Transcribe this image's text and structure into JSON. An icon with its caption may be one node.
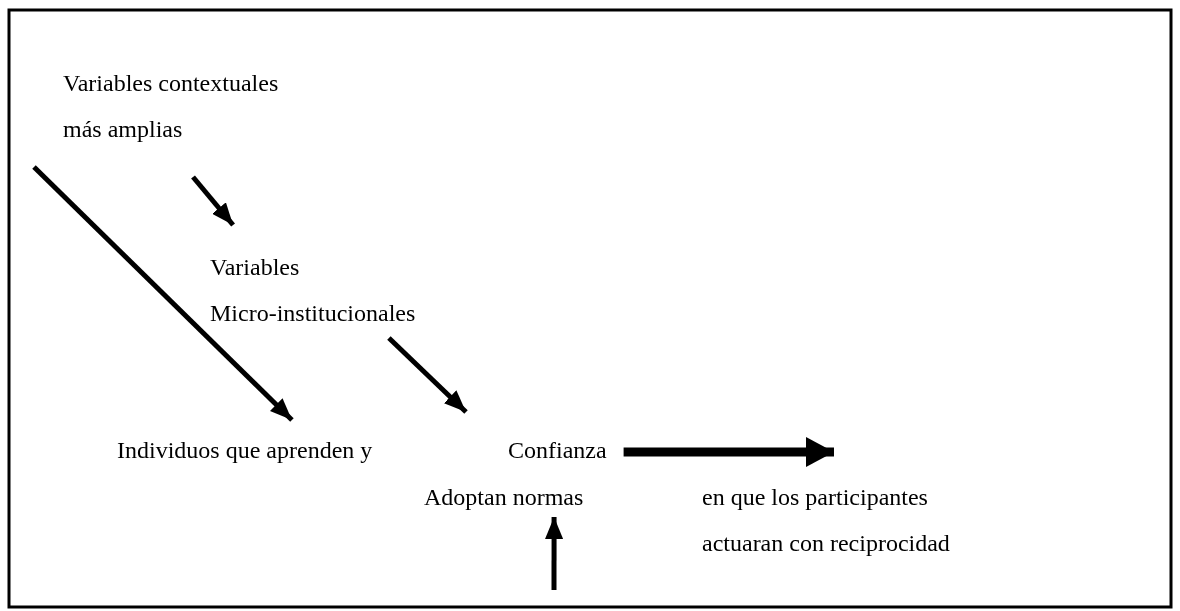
{
  "diagram": {
    "nodes": [
      {
        "text": [
          "Variables contextuales más amplias"
        ]
      },
      {
        "text": [
          "Variables Micro-institucionales"
        ]
      },
      {
        "text": [
          "Individuos que aprenden y",
          "Adoptan normas"
        ]
      },
      {
        "text": [
          "Confianza"
        ]
      }
    ],
    "labels": [
      "en que los participantes actuaran con reciprocidad"
    ],
    "edges": [
      {
        "from": 0,
        "to": 1,
        "arrow": "to"
      },
      {
        "from": 0,
        "to": 2,
        "arrow": "to"
      },
      {
        "from": 1,
        "to": 3,
        "arrow": "to"
      },
      {
        "from": 3,
        "to": null,
        "arrow": "to",
        "style": "thick"
      },
      {
        "from": null,
        "to": 2,
        "arrow": "to"
      }
    ]
  }
}
